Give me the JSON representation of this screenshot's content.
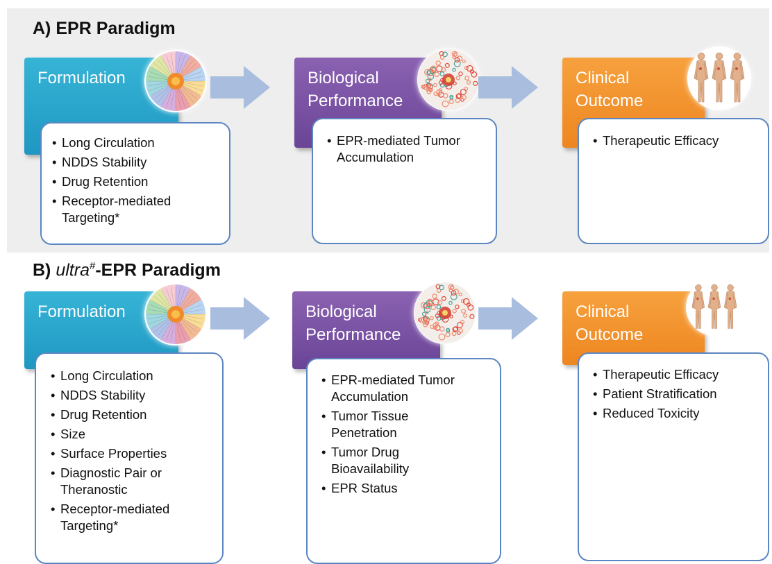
{
  "panel_a": {
    "label": "A)",
    "title": "EPR Paradigm",
    "formulation": {
      "header": "Formulation",
      "items": [
        "Long Circulation",
        "NDDS Stability",
        "Drug Retention",
        "Receptor-mediated Targeting*"
      ]
    },
    "biological": {
      "header_line1": "Biological",
      "header_line2": "Performance",
      "items": [
        "EPR-mediated Tumor Accumulation"
      ]
    },
    "clinical": {
      "header_line1": "Clinical",
      "header_line2": "Outcome",
      "items": [
        "Therapeutic Efficacy"
      ]
    }
  },
  "panel_b": {
    "label": "B)",
    "title_italic": "ultra",
    "title_sup": "#",
    "title_rest": "-EPR Paradigm",
    "formulation": {
      "header": "Formulation",
      "items": [
        "Long Circulation",
        "NDDS Stability",
        "Drug Retention",
        "Size",
        "Surface Properties",
        "Diagnostic Pair or Theranostic",
        "Receptor-mediated Targeting*"
      ]
    },
    "biological": {
      "header_line1": "Biological",
      "header_line2": "Performance",
      "items": [
        "EPR-mediated Tumor Accumulation",
        "Tumor Tissue Penetration",
        "Tumor Drug Bioavailability",
        "EPR Status"
      ]
    },
    "clinical": {
      "header_line1": "Clinical",
      "header_line2": "Outcome",
      "items": [
        "Therapeutic Efficacy",
        "Patient Stratification",
        "Reduced Toxicity"
      ]
    }
  },
  "colors": {
    "formulation": "#2aa7cf",
    "biological": "#7a52a5",
    "clinical": "#f29430",
    "box_border": "#5b86c2",
    "arrow": "#a9bedf",
    "panel_a_background": "#eeeeee"
  },
  "icons": {
    "formulation": "nanoparticle-icon",
    "biological": "tumor-tissue-icon",
    "clinical": "human-body-icon"
  }
}
